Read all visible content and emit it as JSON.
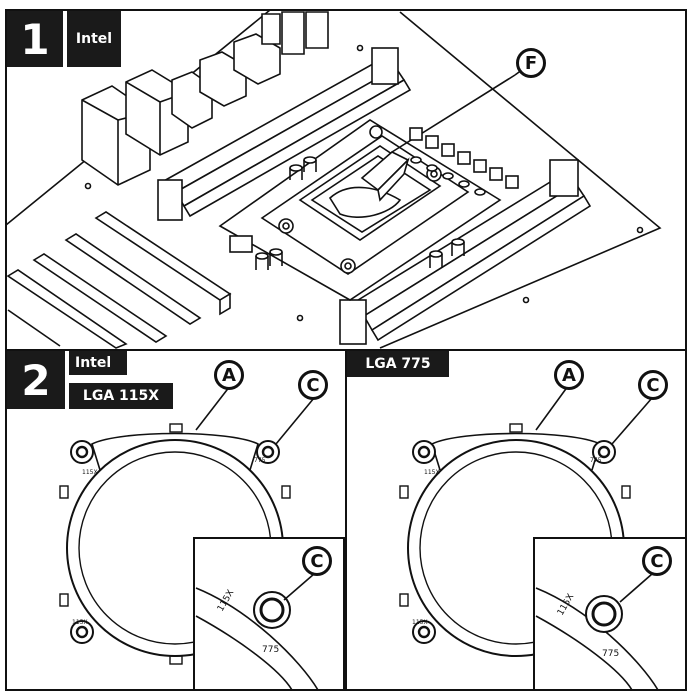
{
  "step1": {
    "number": "1",
    "brand": "Intel",
    "callout_f": "F"
  },
  "step2": {
    "number": "2",
    "brand": "Intel",
    "left_socket": "LGA 115X",
    "right_socket": "LGA 775",
    "callout_a": "A",
    "callout_c": "C",
    "mark_115x": "115X",
    "mark_775": "775"
  }
}
